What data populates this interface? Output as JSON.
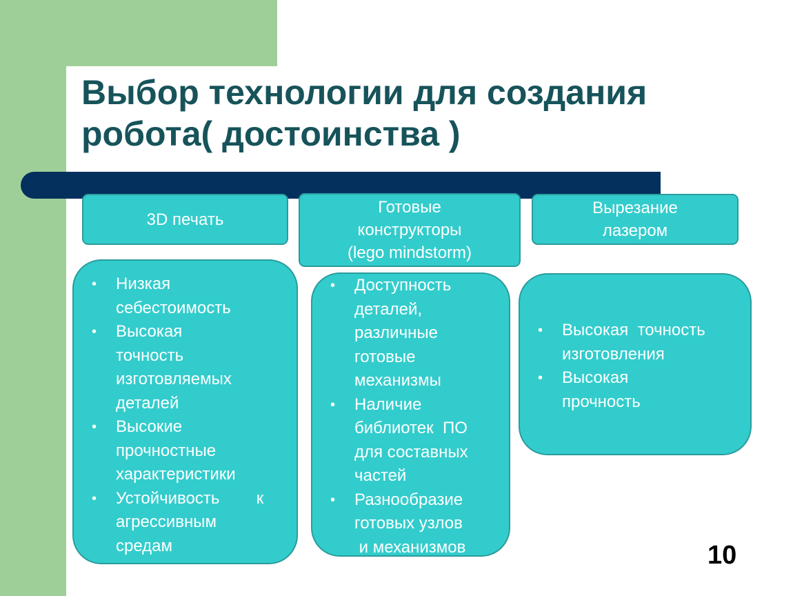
{
  "slide": {
    "title_lines": [
      "Выбор технологии для создания",
      "робота( достоинства )"
    ],
    "page_number": "10",
    "colors": {
      "accent_green": "#9fcf98",
      "title": "#17535a",
      "bar": "#04305e",
      "box_fill": "#33cccc",
      "box_border": "#2a9c9c",
      "text_light": "#ffffff"
    }
  },
  "columns": [
    {
      "header_lines": [
        "3D печать"
      ],
      "items": [
        {
          "lines": [
            "Низкая",
            "себестоимость"
          ]
        },
        {
          "lines": [
            "Высокая",
            "точность",
            "изготовляемых",
            "деталей"
          ]
        },
        {
          "lines": [
            "Высокие",
            "прочностные",
            "характеристики"
          ]
        },
        {
          "lines": [
            "Устойчивость        к",
            "агрессивным",
            "средам"
          ]
        }
      ]
    },
    {
      "header_lines": [
        "Готовые",
        "конструкторы",
        "(lego mindstorm)"
      ],
      "items": [
        {
          "lines": [
            "Доступность",
            "деталей,",
            "различные",
            "готовые",
            "механизмы"
          ]
        },
        {
          "lines": [
            "Наличие",
            "библиотек  ПО",
            "для составных",
            "частей"
          ]
        },
        {
          "lines": [
            "Разнообразие",
            "готовых узлов",
            " и механизмов"
          ]
        }
      ]
    },
    {
      "header_lines": [
        "Вырезание",
        "лазером"
      ],
      "items": [
        {
          "lines": [
            "Высокая  точность",
            "изготовления"
          ]
        },
        {
          "lines": [
            "Высокая",
            "прочность"
          ]
        }
      ]
    }
  ]
}
